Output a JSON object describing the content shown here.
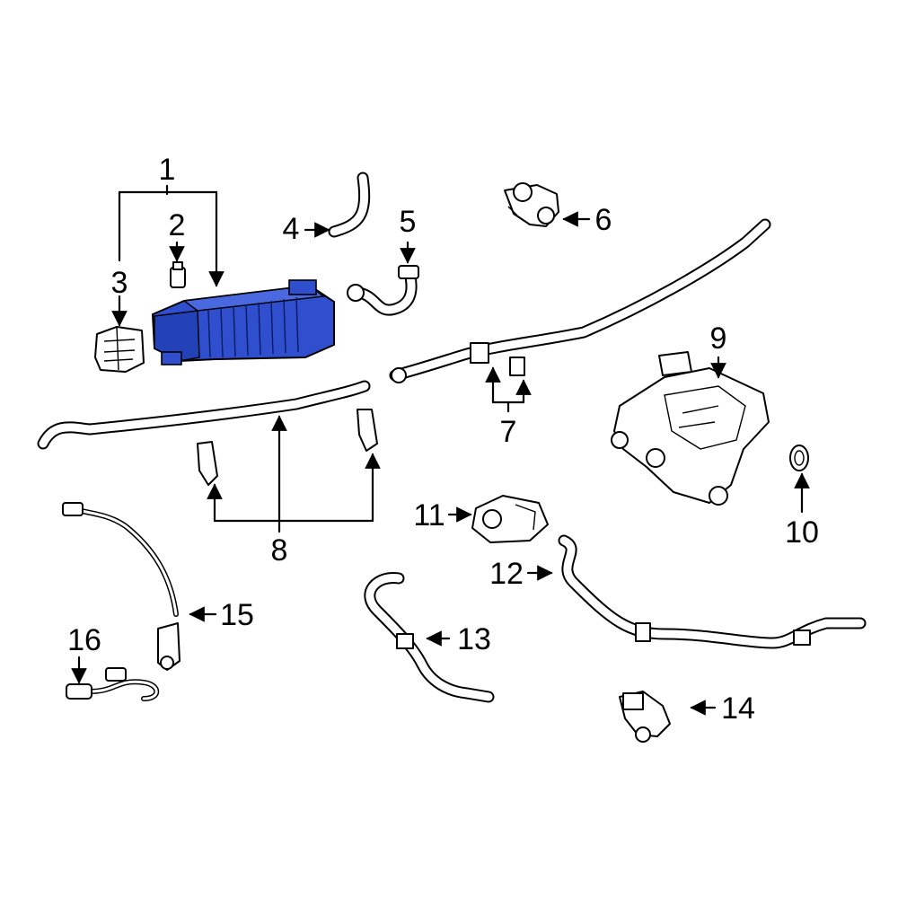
{
  "diagram": {
    "callouts": [
      {
        "id": "c1",
        "text": "1"
      },
      {
        "id": "c2",
        "text": "2"
      },
      {
        "id": "c3",
        "text": "3"
      },
      {
        "id": "c4",
        "text": "4"
      },
      {
        "id": "c5",
        "text": "5"
      },
      {
        "id": "c6",
        "text": "6"
      },
      {
        "id": "c7",
        "text": "7"
      },
      {
        "id": "c8",
        "text": "8"
      },
      {
        "id": "c9",
        "text": "9"
      },
      {
        "id": "c10",
        "text": "10"
      },
      {
        "id": "c11",
        "text": "11"
      },
      {
        "id": "c12",
        "text": "12"
      },
      {
        "id": "c13",
        "text": "13"
      },
      {
        "id": "c14",
        "text": "14"
      },
      {
        "id": "c15",
        "text": "15"
      },
      {
        "id": "c16",
        "text": "16"
      }
    ],
    "colors": {
      "highlight": "#2f4fcf",
      "highlight_dark": "#1a2f8f",
      "line": "#000000",
      "background": "#ffffff"
    }
  }
}
